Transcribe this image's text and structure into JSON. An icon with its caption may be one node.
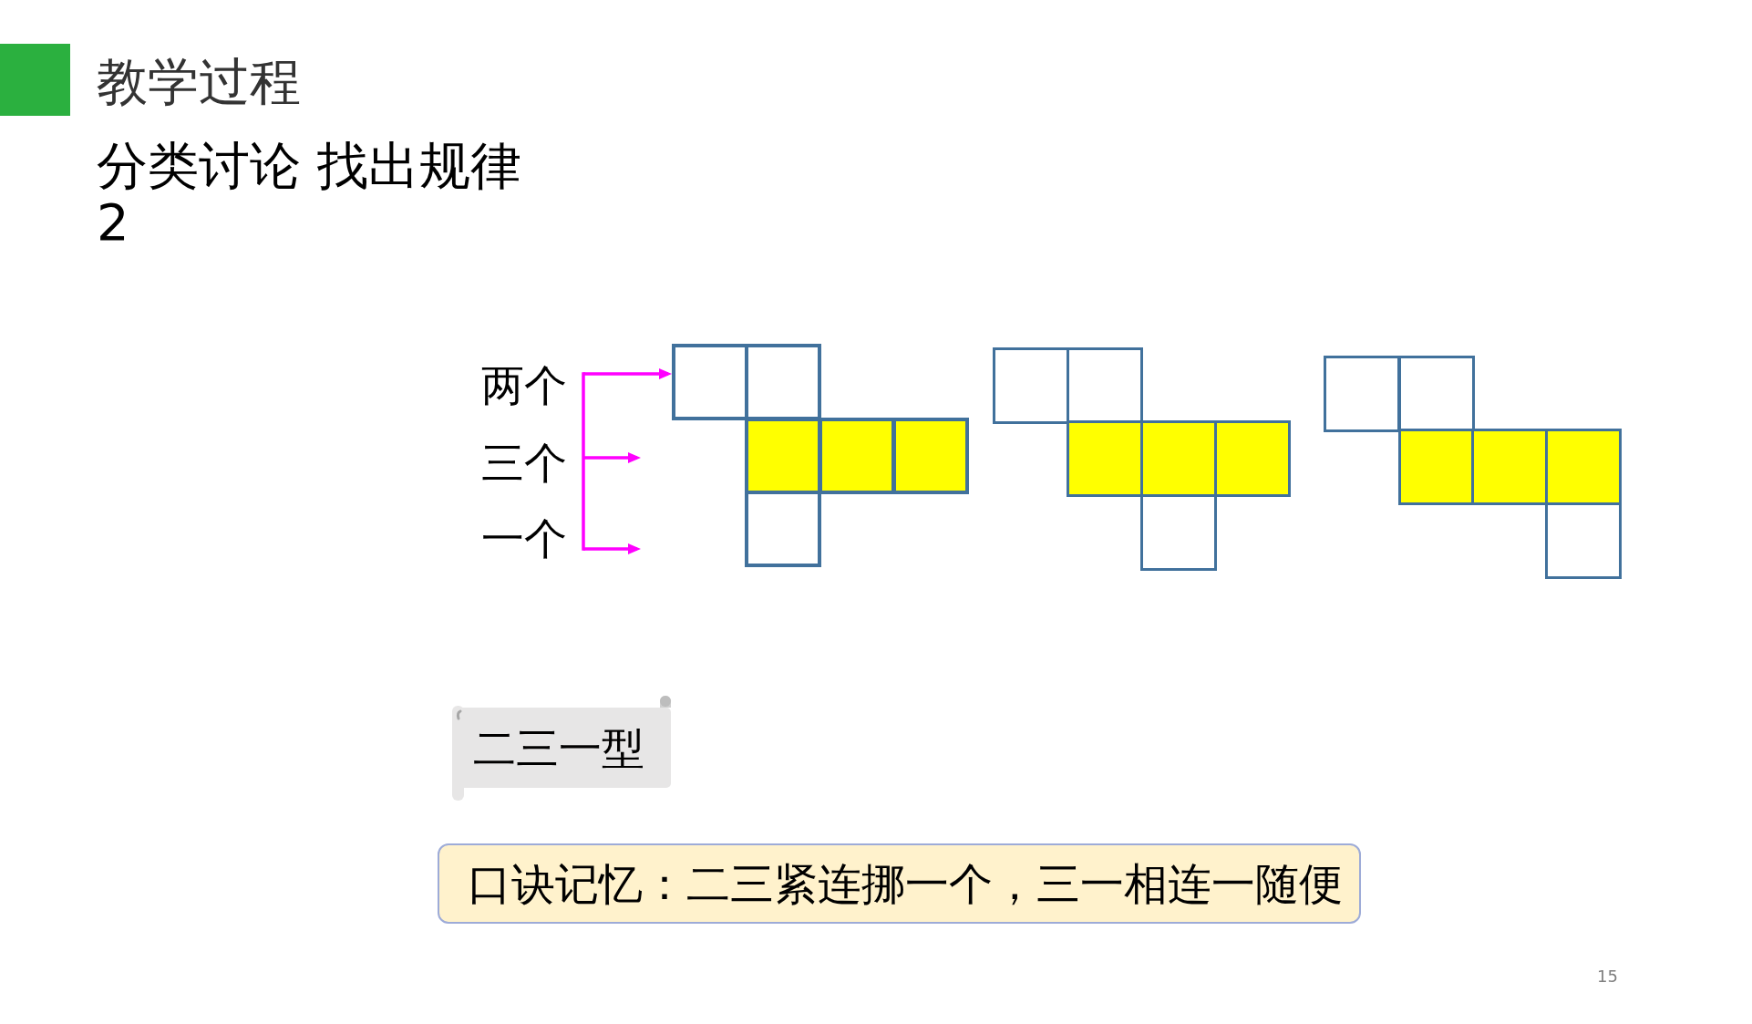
{
  "diagram": {
    "title": "教学过程",
    "nodes": [
      {
        "text": [
          "两个"
        ]
      },
      {
        "text": [
          "三个"
        ]
      },
      {
        "text": [
          "一个"
        ]
      },
      {
        "text": [],
        "shape": "box"
      },
      {
        "text": [],
        "shape": "box"
      },
      {
        "text": [],
        "shape": "box"
      },
      {
        "text": [],
        "shape": "box"
      },
      {
        "text": [],
        "shape": "box"
      },
      {
        "text": [],
        "shape": "box"
      },
      {
        "text": [],
        "shape": "box"
      },
      {
        "text": [],
        "shape": "box"
      },
      {
        "text": [],
        "shape": "box"
      },
      {
        "text": [],
        "shape": "box"
      },
      {
        "text": [],
        "shape": "box"
      },
      {
        "text": [],
        "shape": "box"
      },
      {
        "text": [],
        "shape": "box"
      },
      {
        "text": [],
        "shape": "box"
      },
      {
        "text": [],
        "shape": "box"
      },
      {
        "text": [],
        "shape": "box"
      },
      {
        "text": [],
        "shape": "box"
      },
      {
        "text": [],
        "shape": "box"
      },
      {
        "text": [
          "二三一型"
        ]
      },
      {
        "text": [
          "口诀记忆：二三紧连挪一个，三一相连一随便"
        ]
      }
    ],
    "edges": [
      {
        "from": 0,
        "to": 3,
        "arrow": "to"
      },
      {
        "from": 1,
        "to": null,
        "arrow": "to"
      },
      {
        "from": 2,
        "to": null,
        "arrow": "to"
      }
    ],
    "labels": [
      "分类讨论 找出规律",
      "2",
      "15"
    ]
  }
}
